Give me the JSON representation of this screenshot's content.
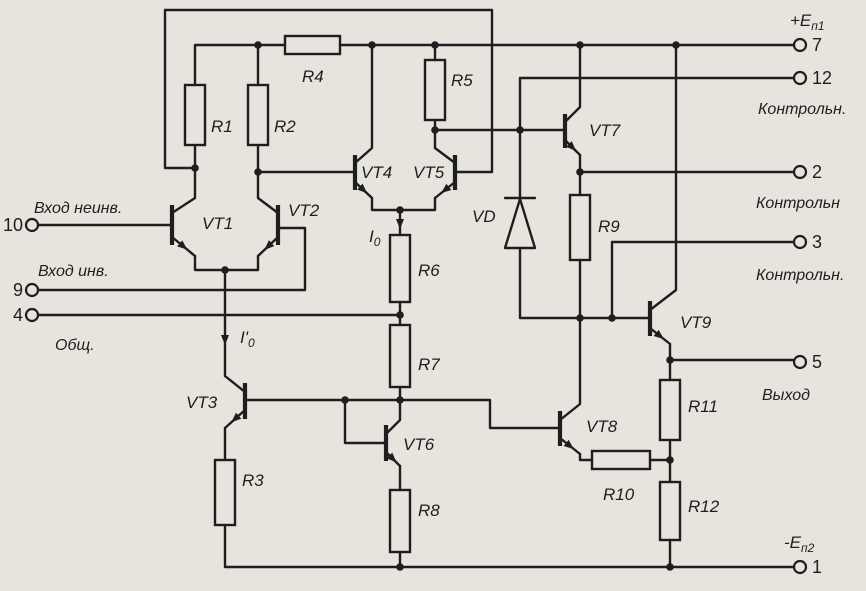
{
  "supply": {
    "positive": {
      "symbol": "+E",
      "subscript": "п1"
    },
    "negative": {
      "symbol": "-E",
      "subscript": "п2"
    }
  },
  "pins": {
    "in_noninv": "10",
    "in_inv": "9",
    "common": "4",
    "supply_pos": "7",
    "ctrl_12": "12",
    "ctrl_2": "2",
    "ctrl_3": "3",
    "output": "5",
    "supply_neg": "1"
  },
  "pin_labels": {
    "in_noninv": "Вход неинв.",
    "in_inv": "Вход инв.",
    "common": "Общ.",
    "ctrl_12": "Контрольн.",
    "ctrl_2": "Контрольн",
    "ctrl_3": "Контрольн.",
    "output": "Выход"
  },
  "resistors": {
    "r1": "R1",
    "r2": "R2",
    "r3": "R3",
    "r4": "R4",
    "r5": "R5",
    "r6": "R6",
    "r7": "R7",
    "r8": "R8",
    "r9": "R9",
    "r10": "R10",
    "r11": "R11",
    "r12": "R12"
  },
  "transistors": {
    "vt1": "VT1",
    "vt2": "VT2",
    "vt3": "VT3",
    "vt4": "VT4",
    "vt5": "VT5",
    "vt6": "VT6",
    "vt7": "VT7",
    "vt8": "VT8",
    "vt9": "VT9"
  },
  "diode": {
    "vd": "VD"
  },
  "currents": {
    "i0": {
      "symbol": "I",
      "subscript": "0"
    },
    "i0_prime": {
      "symbol": "I'",
      "subscript": "0"
    }
  },
  "colors": {
    "paper": "#e7e4de",
    "ink": "#1e1e1e"
  }
}
